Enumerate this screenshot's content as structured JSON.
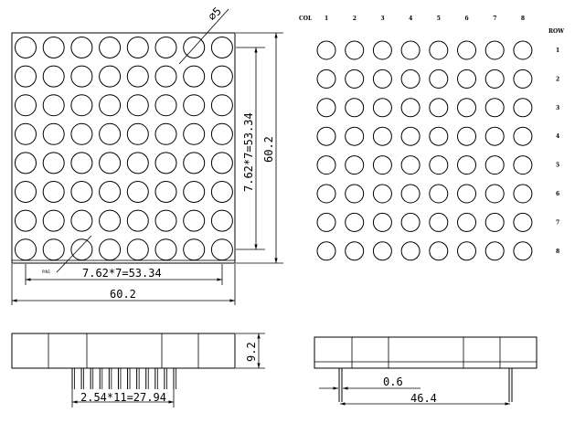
{
  "front_view": {
    "led_rows": 8,
    "led_cols": 8,
    "pitch_horizontal": "7.62*7=53.34",
    "pitch_vertical": "7.62*7=53.34",
    "width": "60.2",
    "height": "60.2",
    "led_diameter": "∅5",
    "pin_mark": "PIN1"
  },
  "schematic": {
    "col_label": "COL",
    "row_label": "ROW",
    "cols": [
      "1",
      "2",
      "3",
      "4",
      "5",
      "6",
      "7",
      "8"
    ],
    "rows": [
      "1",
      "2",
      "3",
      "4",
      "5",
      "6",
      "7",
      "8"
    ]
  },
  "side_view": {
    "height": "9.2",
    "pin_pitch": "2.54*11=27.94",
    "pin_count": 12
  },
  "end_view": {
    "pin_width": "0.6",
    "total_width": "46.4"
  }
}
